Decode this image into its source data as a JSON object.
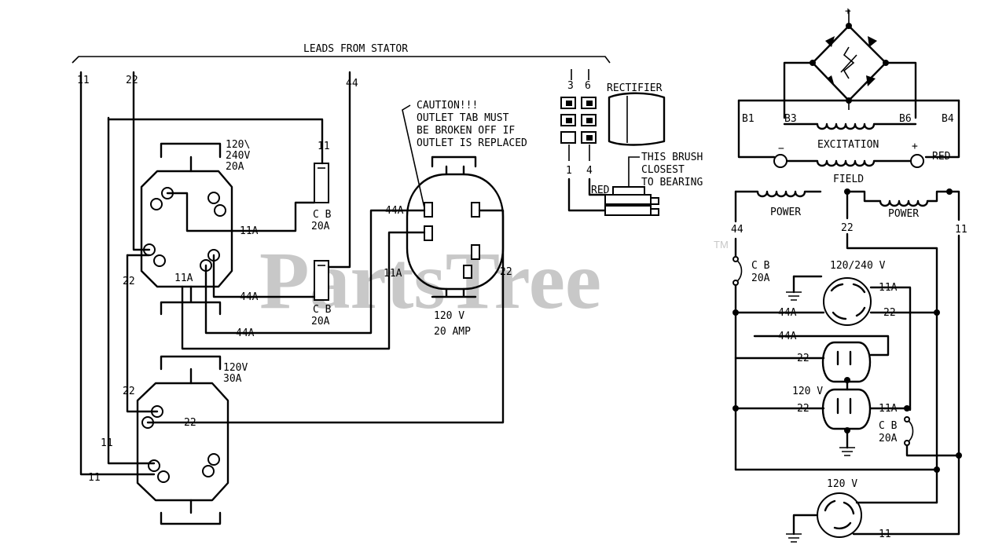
{
  "header": {
    "leads_from_stator": "LEADS FROM STATOR"
  },
  "caution": {
    "line1": "CAUTION!!!",
    "line2": "OUTLET TAB MUST",
    "line3": "BE BROKEN OFF IF",
    "line4": "OUTLET IS REPLACED"
  },
  "outlets": {
    "dual": {
      "line1": "120\\",
      "line2": "240V",
      "line3": "20A"
    },
    "single30": {
      "line1": "120V",
      "line2": "30A"
    },
    "duplex": {
      "line1": "120 V",
      "line2": "20 AMP"
    },
    "right_twistlock": "120/240 V",
    "right_duplex": "120 V",
    "right_bottom": "120 V"
  },
  "breakers": {
    "cb": "C B",
    "rating": "20A"
  },
  "rectifier": {
    "title": "RECTIFIER",
    "terminals": [
      "3",
      "6",
      "1",
      "4"
    ],
    "brush_line1": "THIS BRUSH",
    "brush_line2": "CLOSEST",
    "brush_line3": "TO BEARING",
    "red": "RED"
  },
  "exciter": {
    "plus_top": "+",
    "b1": "B1",
    "b3": "B3",
    "b6": "B6",
    "b4": "B4",
    "excitation": "EXCITATION",
    "field": "FIELD",
    "minus": "−",
    "plus": "+",
    "red": "RED",
    "power": "POWER"
  },
  "wires": {
    "w11": "11",
    "w22": "22",
    "w44": "44",
    "w11a": "11A",
    "w44a": "44A"
  },
  "watermark": {
    "text": "PartsTree",
    "tm": "TM"
  }
}
